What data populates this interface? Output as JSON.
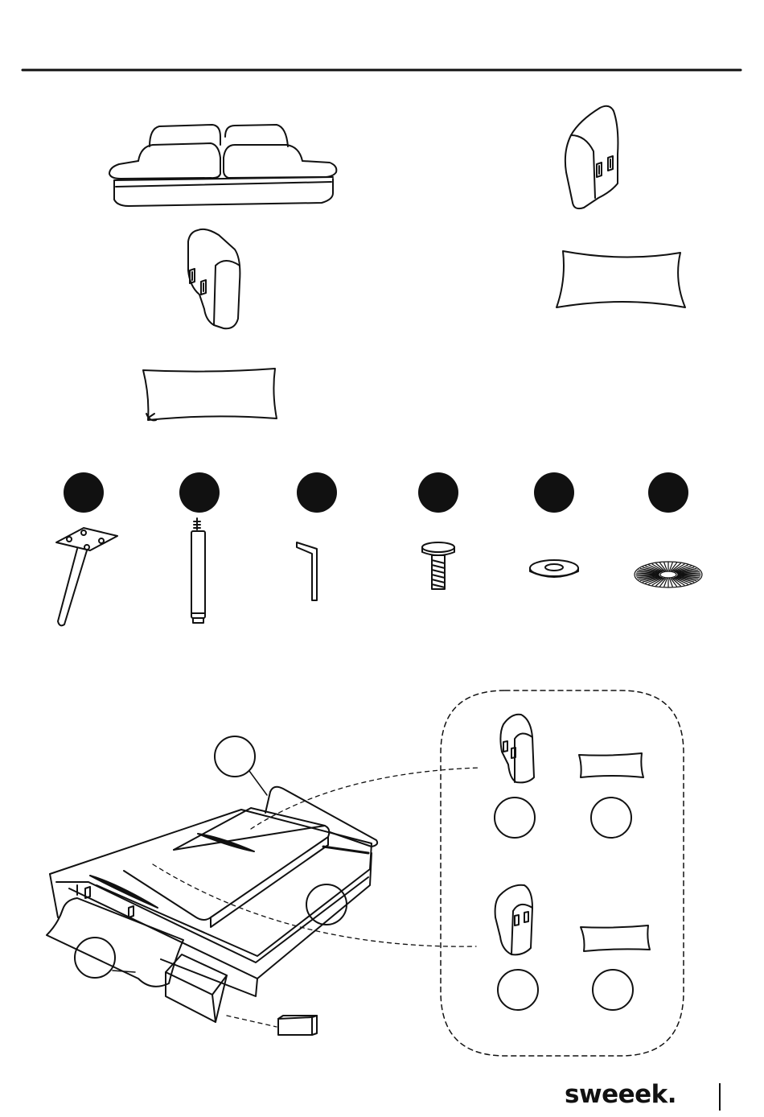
{
  "brand": {
    "logo_text": "sweeek."
  },
  "colors": {
    "ink": "#111111",
    "paper": "#ffffff"
  },
  "parts": [
    {
      "name": "sofa-base"
    },
    {
      "name": "armrest-right"
    },
    {
      "name": "armrest-left"
    },
    {
      "name": "cushion-large"
    },
    {
      "name": "bolster-cushion"
    }
  ],
  "hardware": [
    {
      "name": "angled-leg"
    },
    {
      "name": "center-leg"
    },
    {
      "name": "allen-key"
    },
    {
      "name": "bolt"
    },
    {
      "name": "flat-washer"
    },
    {
      "name": "lock-washer"
    }
  ],
  "assembly": {
    "callout_circles": 6,
    "legend_groups": 2
  }
}
